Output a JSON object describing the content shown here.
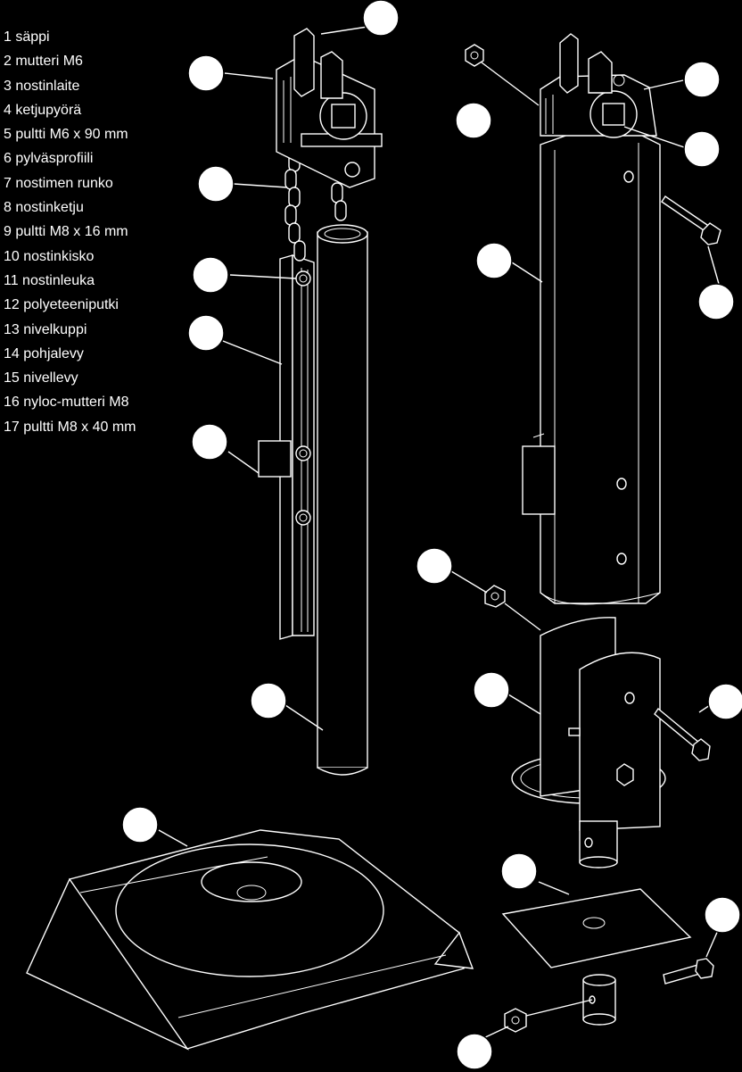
{
  "legend": {
    "items": [
      "1 säppi",
      "2 mutteri M6",
      "3 nostinlaite",
      "4 ketjupyörä",
      "5 pultti M6 x 90 mm",
      "6 pylväsprofiili",
      "7 nostimen runko",
      "8 nostinketju",
      "9 pultti M8 x 16 mm",
      "10 nostinkisko",
      "11 nostinleuka",
      "12 polyeteeniputki",
      "13 nivelkuppi",
      "14 pohjalevy",
      "15 nivellevy",
      "16 nyloc-mutteri M8",
      "17 pultti M8 x 40 mm"
    ]
  },
  "colors": {
    "background": "#000000",
    "linework": "#ffffff",
    "callout_fill": "#ffffff"
  }
}
